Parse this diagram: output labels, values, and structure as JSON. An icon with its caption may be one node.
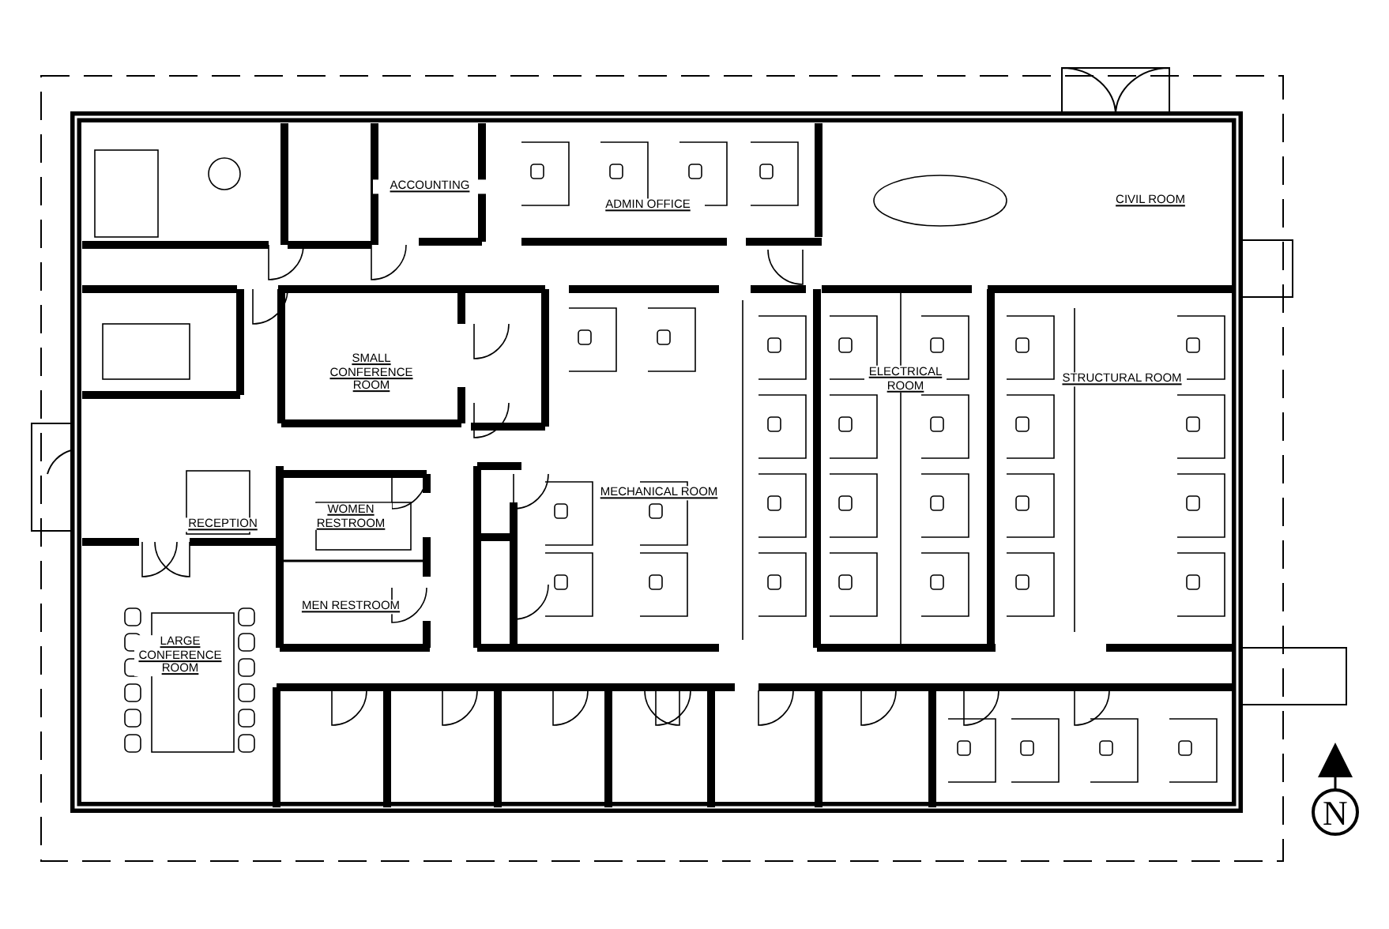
{
  "diagram": {
    "labels": [
      "ACCOUNTING",
      "ADMIN OFFICE",
      "CIVIL ROOM",
      "SMALL CONFERENCE ROOM",
      "ELECTRICAL ROOM",
      "STRUCTURAL ROOM",
      "MECHANICAL ROOM",
      "RECEPTION",
      "WOMEN RESTROOM",
      "MEN RESTROOM",
      "LARGE CONFERENCE ROOM",
      "N"
    ]
  }
}
